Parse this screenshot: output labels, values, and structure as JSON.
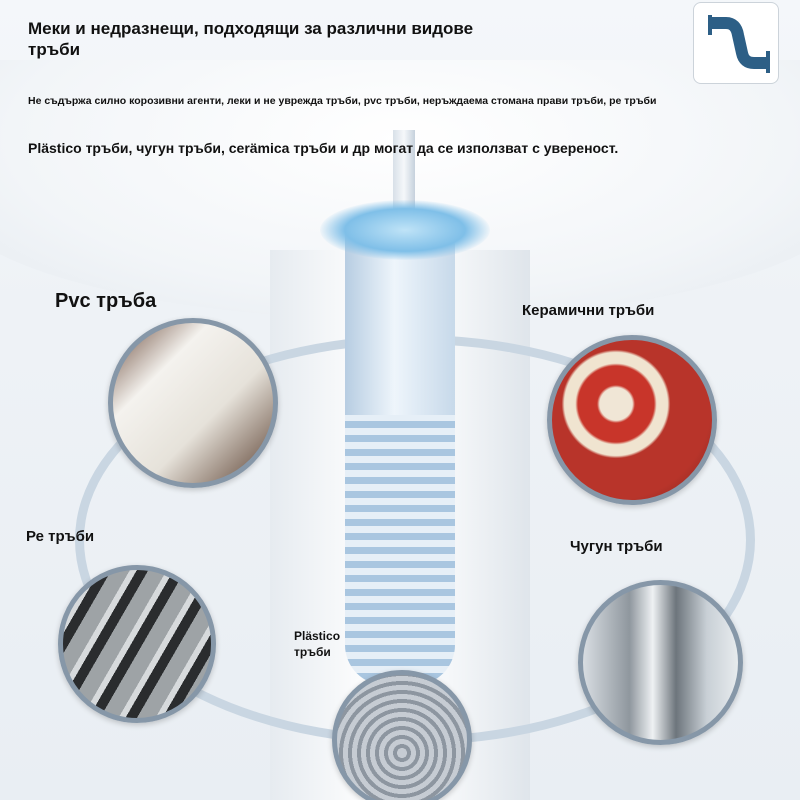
{
  "header": {
    "title": "Меки и недразнещи, подходящи за различни видове тръби",
    "subtitle_line1": "Не съдържа силно корозивни агенти, леки и не уврежда тръби, pvc тръби, неръждаема стомана прави тръби, ре тръби",
    "subtitle_line2": "Plästico тръби, чугун тръби, cerämica тръби и др могат да се използват с увереност.",
    "logo_icon": "pipe-bend-icon"
  },
  "pipes": {
    "pvc": "Pvc тръба",
    "ceramic": "Керамични тръби",
    "pe": "Ре тръби",
    "cast_iron": "Чугун тръби",
    "plastic": "Plästico тръби"
  },
  "colors": {
    "accent": "#2d5f86",
    "ring": "#c9d6e2"
  }
}
